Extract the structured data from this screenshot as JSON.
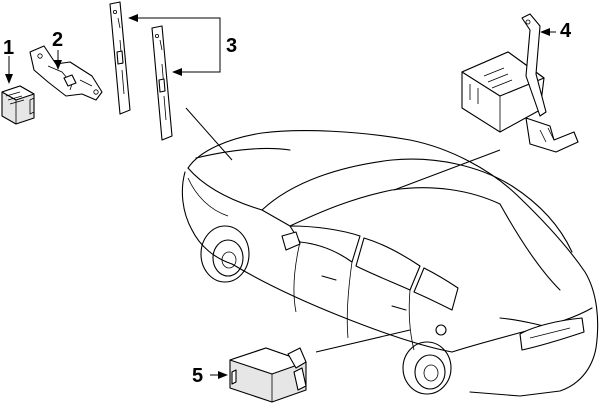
{
  "callouts": [
    {
      "label": "1",
      "part": "module-1"
    },
    {
      "label": "2",
      "part": "bracket-2"
    },
    {
      "label": "3",
      "part": "sensor-rails-3"
    },
    {
      "label": "4",
      "part": "control-unit-4"
    },
    {
      "label": "5",
      "part": "module-5"
    }
  ]
}
